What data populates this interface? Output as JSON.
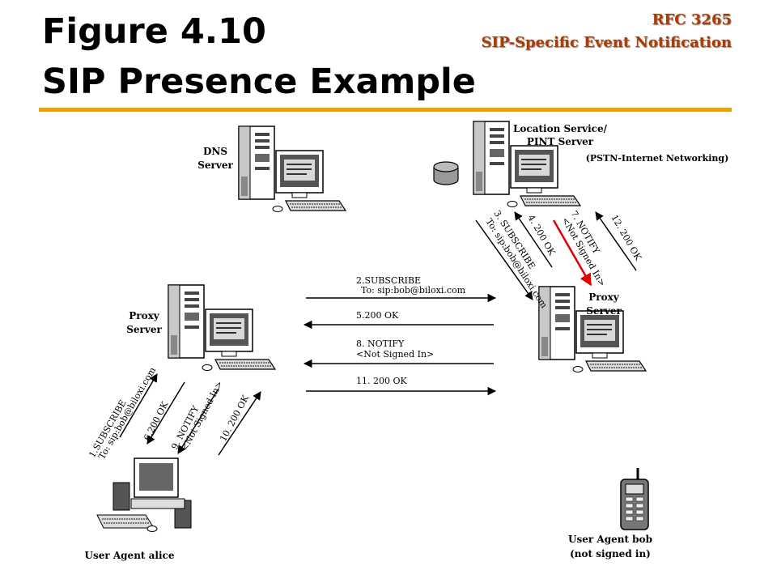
{
  "header": {
    "title_line1": "Figure 4.10",
    "title_line2": "SIP Presence Example",
    "rfc_number": "RFC 3265",
    "rfc_name": "SIP-Specific Event Notification"
  },
  "nodes": {
    "dns_server": [
      "DNS",
      "Server"
    ],
    "location_server": [
      "Location Service/",
      "PINT Server"
    ],
    "pint_note": "(PSTN-Internet Networking)",
    "proxy_left": [
      "Proxy",
      "Server"
    ],
    "proxy_right": [
      "Proxy",
      "Server"
    ],
    "alice": "User Agent alice",
    "bob": [
      "User Agent bob",
      "(not signed in)"
    ]
  },
  "messages": {
    "m1": [
      "1.SUBSCRIBE",
      "To: sip:bob@biloxi.com"
    ],
    "m2": [
      "2.SUBSCRIBE",
      "To: sip:bob@biloxi.com"
    ],
    "m3": [
      "3. SUBSCRIBE",
      "To: sip:bob@biloxi.com"
    ],
    "m4": "4. 200 OK",
    "m5": "5.200 OK",
    "m6": "6.200 OK",
    "m7": [
      "7. NOTIFY",
      "<Not Signed In>"
    ],
    "m8": [
      "8. NOTIFY",
      "<Not Signed In>"
    ],
    "m9": [
      "9. NOTIFY",
      "<Not Signed In>"
    ],
    "m10": "10. 200 OK",
    "m11": "11. 200 OK",
    "m12": "12. 200 OK"
  },
  "colors": {
    "title_accent": "#b03a00",
    "rule": "#f0a000",
    "highlight_arrow": "#e00000"
  }
}
